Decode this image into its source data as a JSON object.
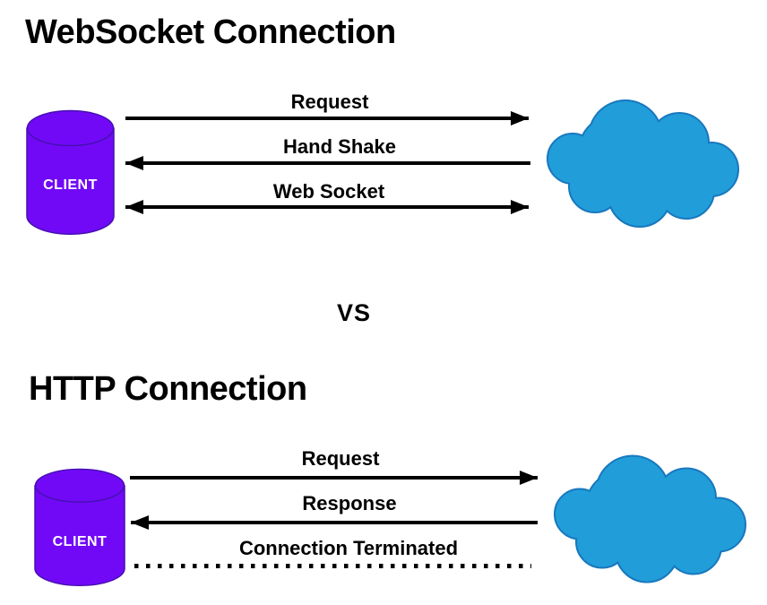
{
  "diagram": {
    "websocket": {
      "title": "WebSocket Connection",
      "client_label": "CLIENT",
      "messages": [
        {
          "label": "Request",
          "direction": "right",
          "line": "solid"
        },
        {
          "label": "Hand Shake",
          "direction": "left",
          "line": "solid"
        },
        {
          "label": "Web Socket",
          "direction": "both",
          "line": "solid"
        }
      ]
    },
    "divider_label": "VS",
    "http": {
      "title": "HTTP Connection",
      "client_label": "CLIENT",
      "messages": [
        {
          "label": "Request",
          "direction": "right",
          "line": "solid"
        },
        {
          "label": "Response",
          "direction": "left",
          "line": "solid"
        },
        {
          "label": "Connection Terminated",
          "direction": "none",
          "line": "dotted"
        }
      ]
    },
    "icons": {
      "client": "database-cylinder-icon",
      "network": "cloud-icon"
    },
    "colors": {
      "background": "#ffffff",
      "client_fill": "#7109f7",
      "client_stroke": "#4710b2",
      "client_text": "#ffffff",
      "cloud_fill": "#219ed9",
      "cloud_stroke": "#1878be",
      "arrow": "#000000",
      "text": "#000000"
    }
  }
}
